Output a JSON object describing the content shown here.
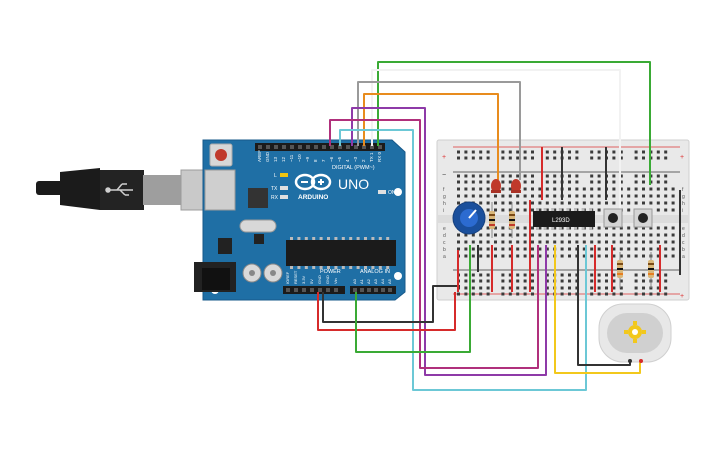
{
  "arduino": {
    "brand": "ARDUINO",
    "model": "UNO",
    "digital_label": "DIGITAL (PWM~)",
    "power_label": "POWER",
    "analog_label": "ANALOG IN",
    "led_l": "L",
    "led_tx": "TX",
    "led_rx": "RX",
    "led_on": "ON",
    "digital_pins": [
      "AREF",
      "GND",
      "13",
      "12",
      "~11",
      "~10",
      "~9",
      "8",
      "7",
      "~6",
      "~5",
      "4",
      "~3",
      "2",
      "TX 1",
      "RX 0"
    ],
    "power_pins": [
      "IOREF",
      "RESET",
      "3.3V",
      "5V",
      "GND",
      "GND",
      "Vin"
    ],
    "analog_pins": [
      "A0",
      "A1",
      "A2",
      "A3",
      "A4",
      "A5"
    ]
  },
  "breadboard": {
    "chip_label": "L293D",
    "rows_left": [
      "a",
      "b",
      "c",
      "d",
      "e"
    ],
    "rows_right": [
      "f",
      "g",
      "h",
      "i",
      "j"
    ],
    "plus": "+",
    "minus": "−"
  },
  "motor": {
    "icon": "gear-icon"
  },
  "colors": {
    "arduino_blue": "#1f6fa5",
    "breadboard": "#e9e9e9",
    "wire_green": "#3aaa35",
    "wire_grey": "#9a9a9a",
    "wire_orange": "#e88c1e",
    "wire_purple": "#8e3aa8",
    "wire_magenta": "#b0307c",
    "wire_cyan": "#6cc8d6",
    "wire_red": "#d62b2b",
    "wire_black": "#333333",
    "wire_yellow": "#f2c81c",
    "wire_white": "#f4f4f4"
  }
}
